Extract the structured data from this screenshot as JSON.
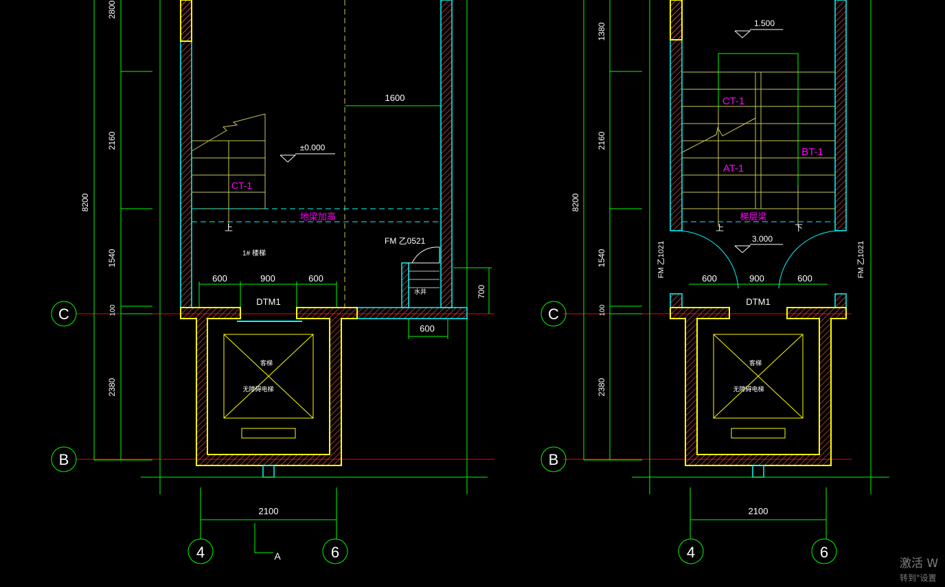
{
  "left": {
    "dims_vertical": {
      "d2800": "2800",
      "d2160": "2160",
      "d1540": "1540",
      "d100": "100",
      "d2380": "2380",
      "total": "8200"
    },
    "d1600": "1600",
    "elev": "±0.000",
    "stair": "CT-1",
    "beam": "地梁加高",
    "stair_note": "1# 楼梯",
    "door": "FM 乙0521",
    "d600a": "600",
    "d900": "900",
    "d600b": "600",
    "dtm": "DTM1",
    "d700": "700",
    "d600c": "600",
    "shaft": "水井",
    "elevator_a": "客梯",
    "elevator_b": "无障碍电梯",
    "d2100": "2100",
    "axis_c": "C",
    "axis_b": "B",
    "axis_4": "4",
    "axis_6": "6",
    "section": "A",
    "up": "上"
  },
  "right": {
    "dims_vertical": {
      "d1380": "1380",
      "d2160": "2160",
      "d1540": "1540",
      "d100": "100",
      "d2380": "2380",
      "total": "8200"
    },
    "elev_top": "1.500",
    "elev_mid": "3.000",
    "stair_ct": "CT-1",
    "stair_at": "AT-1",
    "stair_bt": "BT-1",
    "beam": "梯层梁",
    "door_l": "FM 乙1021",
    "door_r": "FM 乙1021",
    "d600a": "600",
    "d900": "900",
    "d600b": "600",
    "dtm": "DTM1",
    "elevator_a": "客梯",
    "elevator_b": "无障碍电梯",
    "d2100": "2100",
    "axis_c": "C",
    "axis_b": "B",
    "axis_4": "4",
    "axis_6": "6",
    "up": "上",
    "down": "下"
  },
  "watermark": {
    "line1": "激活 W",
    "line2": "转到\"设置"
  },
  "colors": {
    "wall": "#00ffff",
    "column": "#ffff00",
    "dim": "#00ff00",
    "stair": "#c8c85a",
    "label": "#ff00ff",
    "axis_line": "#ff0000",
    "text": "#ffffff"
  }
}
